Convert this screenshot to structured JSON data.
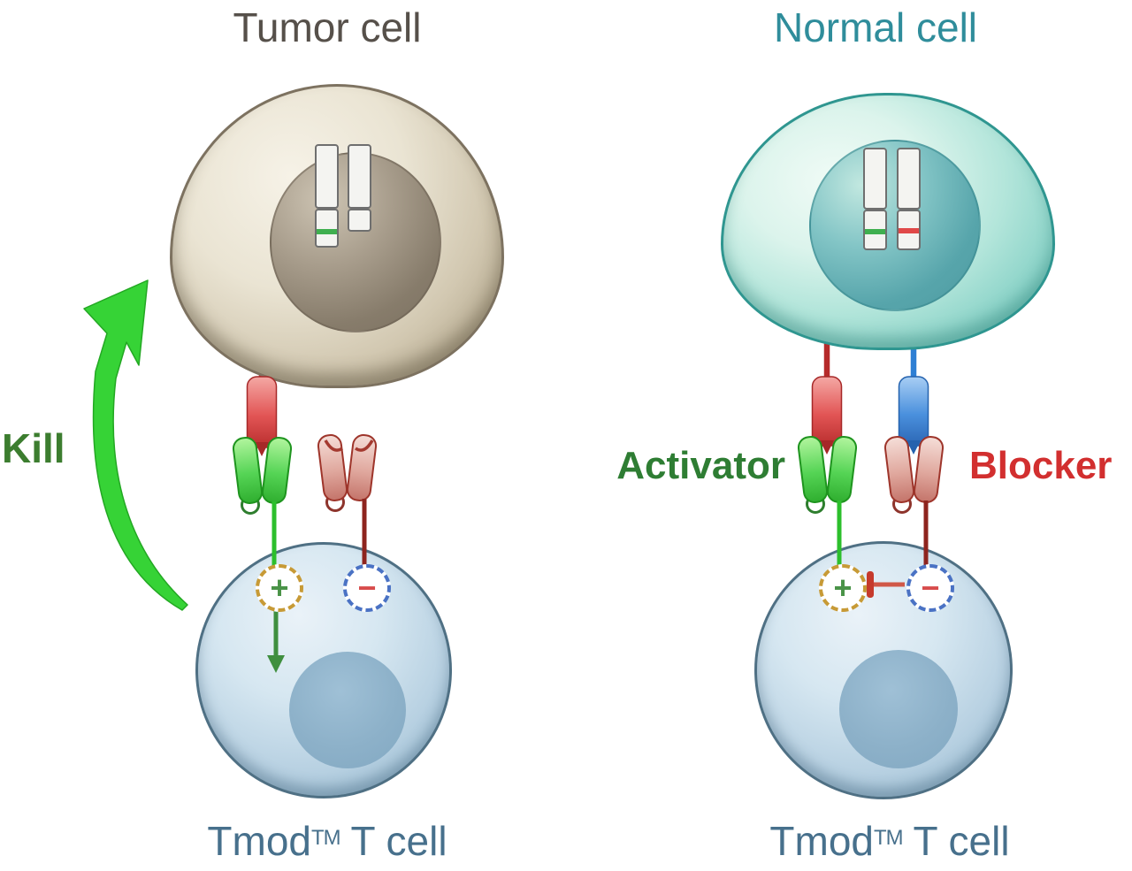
{
  "left": {
    "title": "Tumor cell",
    "kill": "Kill",
    "tmod_prefix": "Tmod",
    "tmod_tm": "TM",
    "tmod_suffix": " T cell",
    "plus": "+",
    "minus": "−"
  },
  "right": {
    "title": "Normal cell",
    "activator": "Activator",
    "blocker": "Blocker",
    "tmod_prefix": "Tmod",
    "tmod_tm": "TM",
    "tmod_suffix": " T cell",
    "plus": "+",
    "minus": "−"
  },
  "colors": {
    "tumor_title": "#56504a",
    "normal_title": "#2f8d9b",
    "kill_text": "#3c7d2f",
    "activator_text": "#2e7d33",
    "blocker_text": "#d22f2f",
    "tmod_text": "#47708c",
    "kill_arrow": "#36d336",
    "activator_receptor": "#55d455",
    "blocker_receptor": "#e0a89e",
    "tumor_antigen": "#e25555",
    "normal_antigen_blue": "#4a90dd",
    "positive_ring": "#c79a36",
    "positive_sign": "#4a9348",
    "negative_ring": "#4a72c4",
    "negative_sign": "#d84b4b",
    "tumor_cell_body": "#eae4d3",
    "normal_cell_body": "#dcf4ec",
    "t_cell_body": "#d6e7f1"
  }
}
